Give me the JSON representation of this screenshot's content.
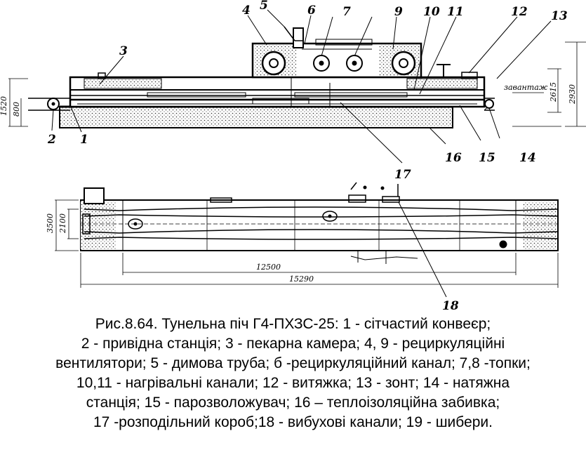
{
  "labels": {
    "n1": "1",
    "n2": "2",
    "n3": "3",
    "n4": "4",
    "n5": "5",
    "n6": "6",
    "n7": "7",
    "n9": "9",
    "n10": "10",
    "n11": "11",
    "n12": "12",
    "n13": "13",
    "n14": "14",
    "n15": "15",
    "n16": "16",
    "n17": "17",
    "n18": "18"
  },
  "dimensions": {
    "d1520": "1520",
    "d800": "800",
    "d2615": "2615",
    "d2930": "2930",
    "d3500": "3500",
    "d2100": "2100",
    "d12500": "12500",
    "d15290": "15290"
  },
  "notes": {
    "loading": "завантаж"
  },
  "caption": {
    "line1": "Рис.8.64. Тунельна піч Г4-ПХЗС-25: 1 - сітчастий конвеєр;",
    "line2": "2 - привідна станція; 3 - пекарна камера; 4, 9 - рециркуляційні",
    "line3": "вентилятори; 5 - димова труба; б -рециркуляційний канал; 7,8 -топки;",
    "line4": "10,11 - нагрівальні канали; 12 - витяжка; 13 - зонт; 14 - натяжна",
    "line5": "станція; 15 - парозволожувач; 16 – теплоізоляційна забивка;",
    "line6": "17 -розподільний короб;18 - вибухові канали; 19 - шибери."
  }
}
